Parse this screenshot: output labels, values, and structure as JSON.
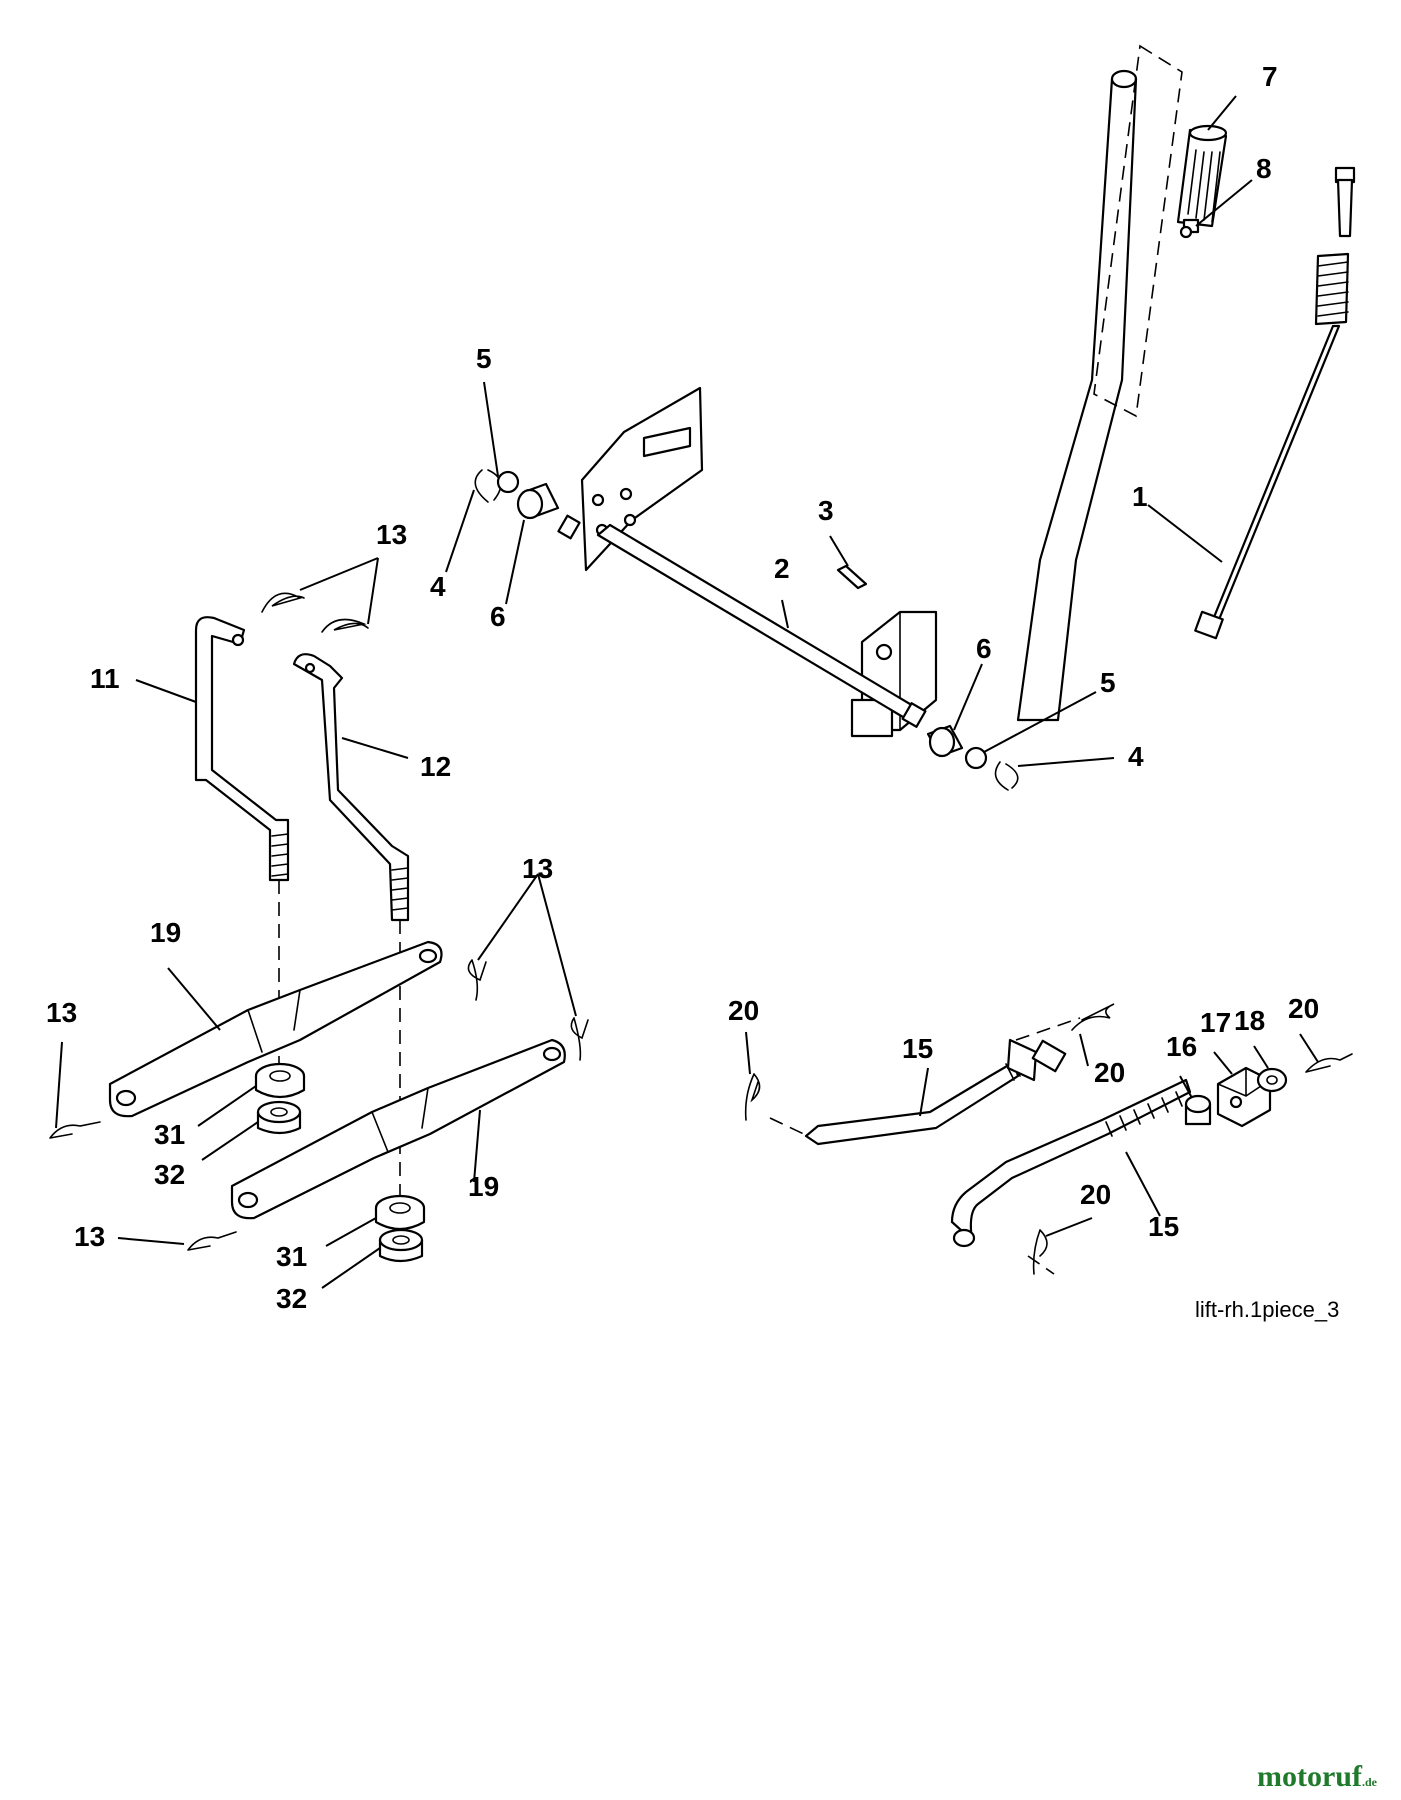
{
  "diagram": {
    "reference_code": "lift-rh.1piece_3",
    "callouts": [
      "1",
      "2",
      "3",
      "4",
      "5",
      "6",
      "6",
      "5",
      "4",
      "7",
      "8",
      "11",
      "12",
      "13",
      "13",
      "13",
      "13",
      "19",
      "19",
      "31",
      "32",
      "31",
      "32",
      "15",
      "15",
      "16",
      "17",
      "18",
      "20",
      "20",
      "20",
      "20"
    ],
    "watermark": {
      "brand_main": "motoruf",
      "brand_suffix": ".de"
    }
  }
}
